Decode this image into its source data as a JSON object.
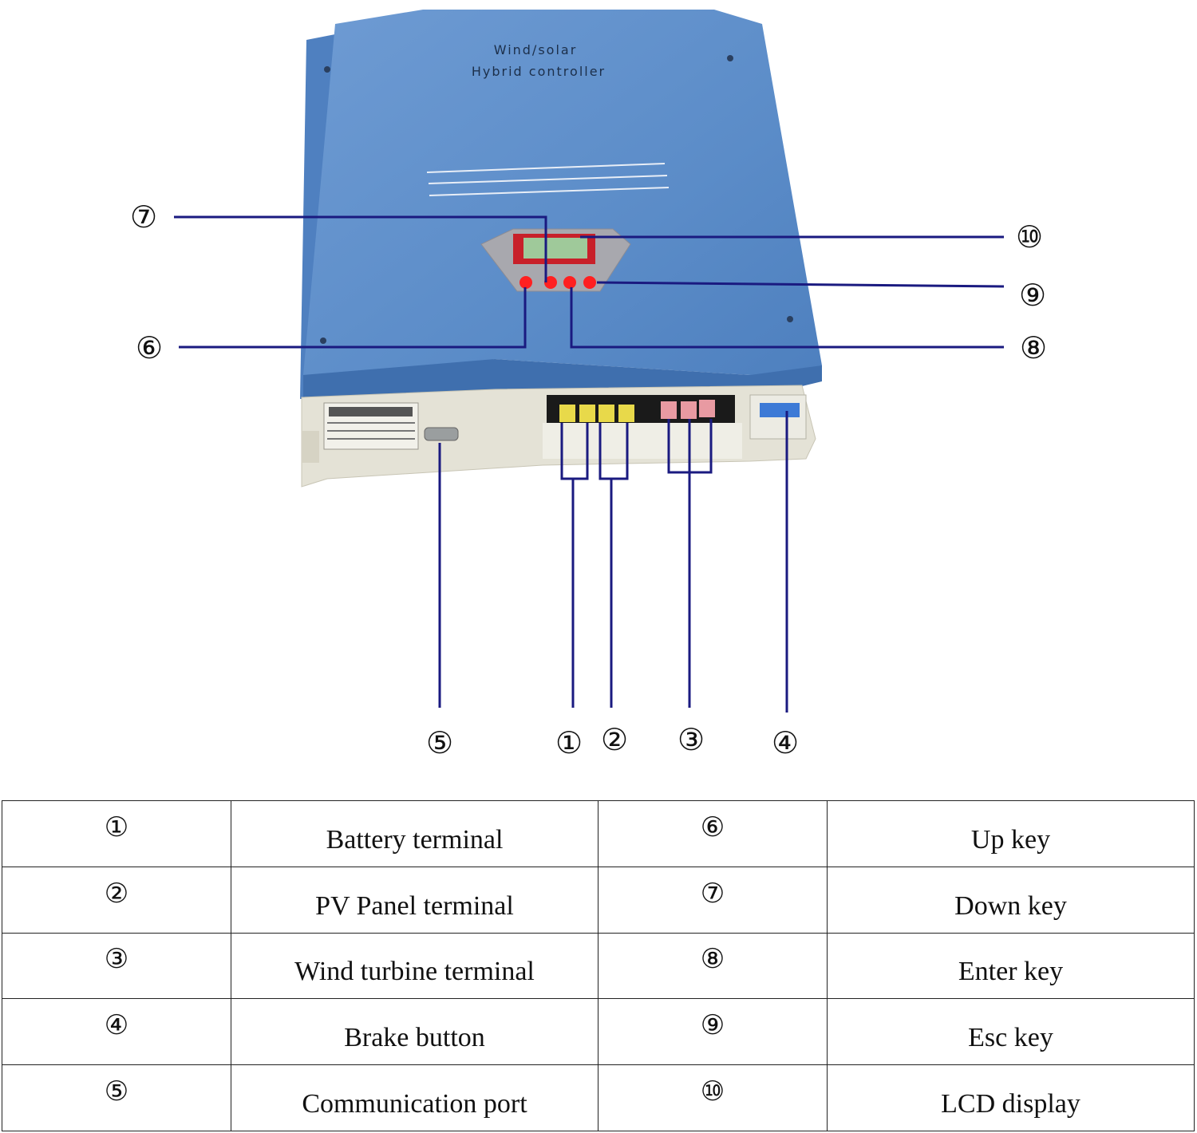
{
  "device": {
    "title_line1": "Wind/solar",
    "title_line2": "Hybrid controller"
  },
  "callouts": {
    "c1": "①",
    "c2": "②",
    "c3": "③",
    "c4": "④",
    "c5": "⑤",
    "c6": "⑥",
    "c7": "⑦",
    "c8": "⑧",
    "c9": "⑨",
    "c10": "⑩"
  },
  "legend": {
    "rows": [
      {
        "num_left": "①",
        "label_left": "Battery terminal",
        "num_right": "⑥",
        "label_right": "Up key"
      },
      {
        "num_left": "②",
        "label_left": "PV Panel terminal",
        "num_right": "⑦",
        "label_right": "Down key"
      },
      {
        "num_left": "③",
        "label_left": "Wind turbine terminal",
        "num_right": "⑧",
        "label_right": "Enter key"
      },
      {
        "num_left": "④",
        "label_left": "Brake button",
        "num_right": "⑨",
        "label_right": "Esc key"
      },
      {
        "num_left": "⑤",
        "label_left": "Communication port",
        "num_right": "⑩",
        "label_right": "LCD display"
      }
    ]
  },
  "colors": {
    "case_blue": "#5b8cc8",
    "case_blue_dark": "#3f6fae",
    "base_beige": "#e4e2d6",
    "leader_line": "#1a1a80",
    "key_red": "#ff2020",
    "lcd_green": "#9fc99a"
  }
}
